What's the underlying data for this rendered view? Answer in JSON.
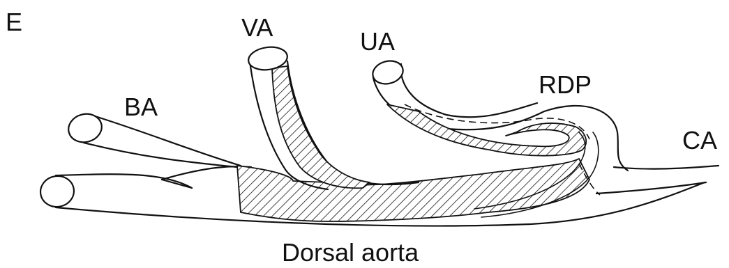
{
  "panel_label": "E",
  "labels": {
    "va": "VA",
    "ua": "UA",
    "rdp": "RDP",
    "ba": "BA",
    "ca": "CA",
    "dorsal_aorta": "Dorsal aorta"
  }
}
